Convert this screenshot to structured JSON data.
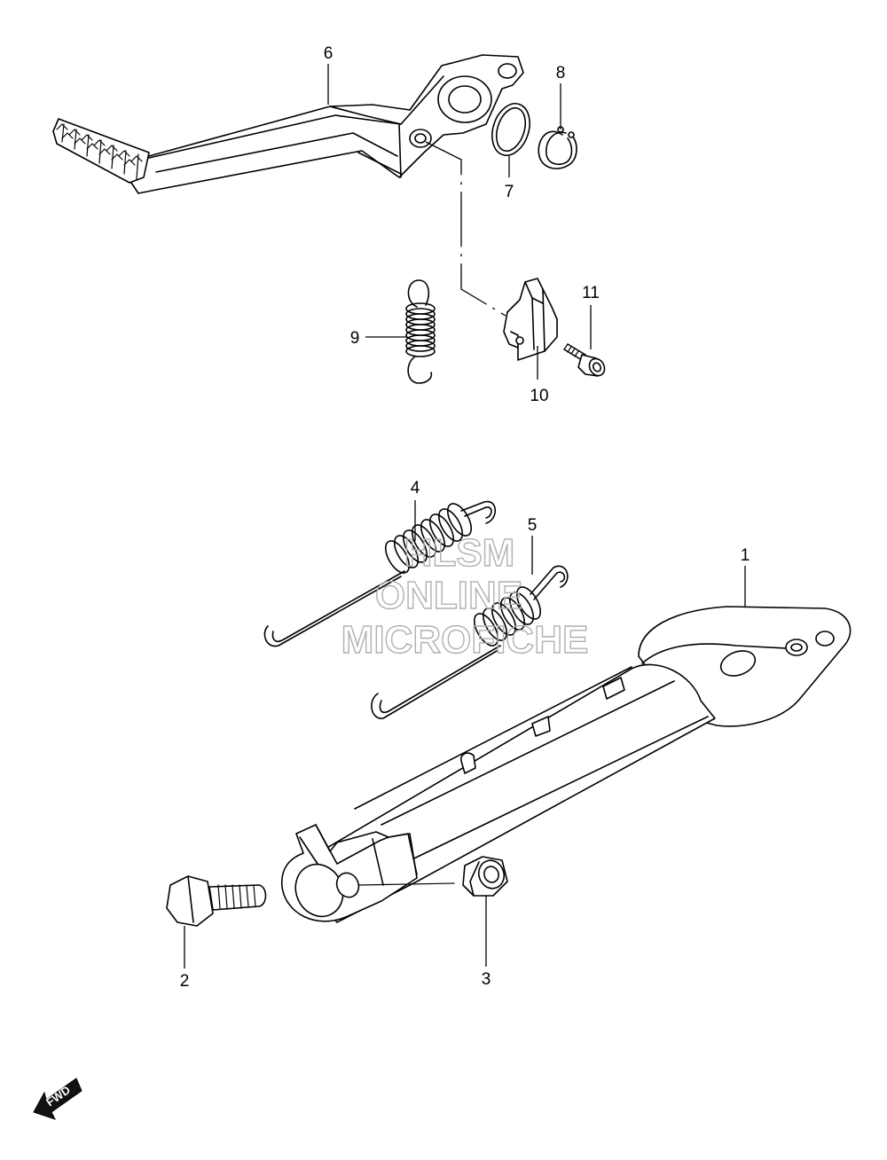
{
  "watermark": {
    "line1": "HLSM",
    "line2": "ONLINE",
    "line3": "MICROFICHE"
  },
  "callouts": [
    {
      "id": "1",
      "label": "1"
    },
    {
      "id": "2",
      "label": "2"
    },
    {
      "id": "3",
      "label": "3"
    },
    {
      "id": "4",
      "label": "4"
    },
    {
      "id": "5",
      "label": "5"
    },
    {
      "id": "6",
      "label": "6"
    },
    {
      "id": "7",
      "label": "7"
    },
    {
      "id": "8",
      "label": "8"
    },
    {
      "id": "9",
      "label": "9"
    },
    {
      "id": "10",
      "label": "10"
    },
    {
      "id": "11",
      "label": "11"
    }
  ],
  "direction_badge": {
    "label": "FWD"
  }
}
